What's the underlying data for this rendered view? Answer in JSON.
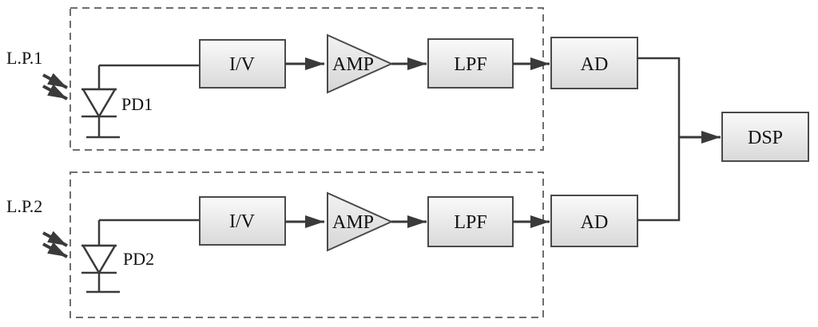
{
  "diagram": {
    "colors": {
      "box_fill_top": "#fafafa",
      "box_fill_bottom": "#d9d9d9",
      "stroke": "#4a4a4a",
      "dashed_border": "#6e6e6e"
    },
    "channel1": {
      "input_label": "L.P.1",
      "detector_label": "PD1",
      "iv": "I/V",
      "amp": "AMP",
      "lpf": "LPF",
      "ad": "AD"
    },
    "channel2": {
      "input_label": "L.P.2",
      "detector_label": "PD2",
      "iv": "I/V",
      "amp": "AMP",
      "lpf": "LPF",
      "ad": "AD"
    },
    "dsp": "DSP"
  }
}
